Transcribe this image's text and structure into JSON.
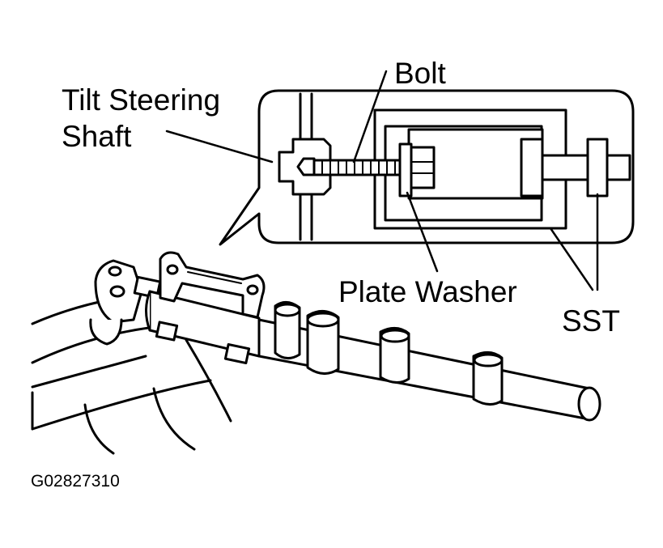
{
  "labels": {
    "tilt_steering_shaft_line1": "Tilt Steering",
    "tilt_steering_shaft_line2": "Shaft",
    "bolt": "Bolt",
    "plate_washer": "Plate Washer",
    "sst": "SST"
  },
  "figure_code": "G02827310"
}
